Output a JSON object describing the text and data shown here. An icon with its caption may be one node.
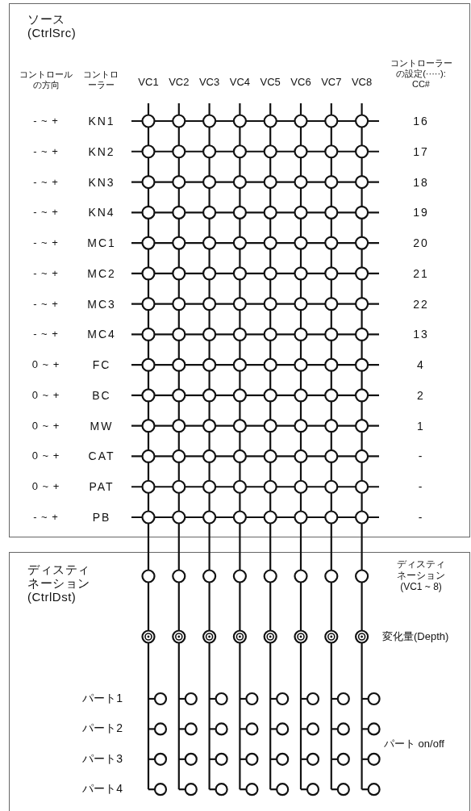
{
  "diagram": {
    "nodes": [
      {
        "text": [
          "ソース (CtrlSrc)"
        ]
      },
      {
        "text": [
          "ディスティネーション (CtrlDst)"
        ]
      }
    ],
    "labels": [
      "コントロールの方向",
      "コントローラー",
      "VC1",
      "VC2",
      "VC3",
      "VC4",
      "VC5",
      "VC6",
      "VC7",
      "VC8",
      "コントローラーの設定(·····): CC#",
      "- ~ +",
      "KN1",
      "16",
      "- ~ +",
      "KN2",
      "17",
      "- ~ +",
      "KN3",
      "18",
      "- ~ +",
      "KN4",
      "19",
      "- ~ +",
      "MC1",
      "20",
      "- ~ +",
      "MC2",
      "21",
      "- ~ +",
      "MC3",
      "22",
      "- ~ +",
      "MC4",
      "13",
      "0 ~ +",
      "FC",
      "4",
      "0 ~ +",
      "BC",
      "2",
      "0 ~ +",
      "MW",
      "1",
      "0 ~ +",
      "CAT",
      "-",
      "0 ~ +",
      "PAT",
      "-",
      "- ~ +",
      "PB",
      "-",
      "ディスティネーション(VC1 ~ 8)",
      "変化量(Depth)",
      "パート1",
      "パート2",
      "パート3",
      "パート4",
      "パート on/off"
    ]
  }
}
